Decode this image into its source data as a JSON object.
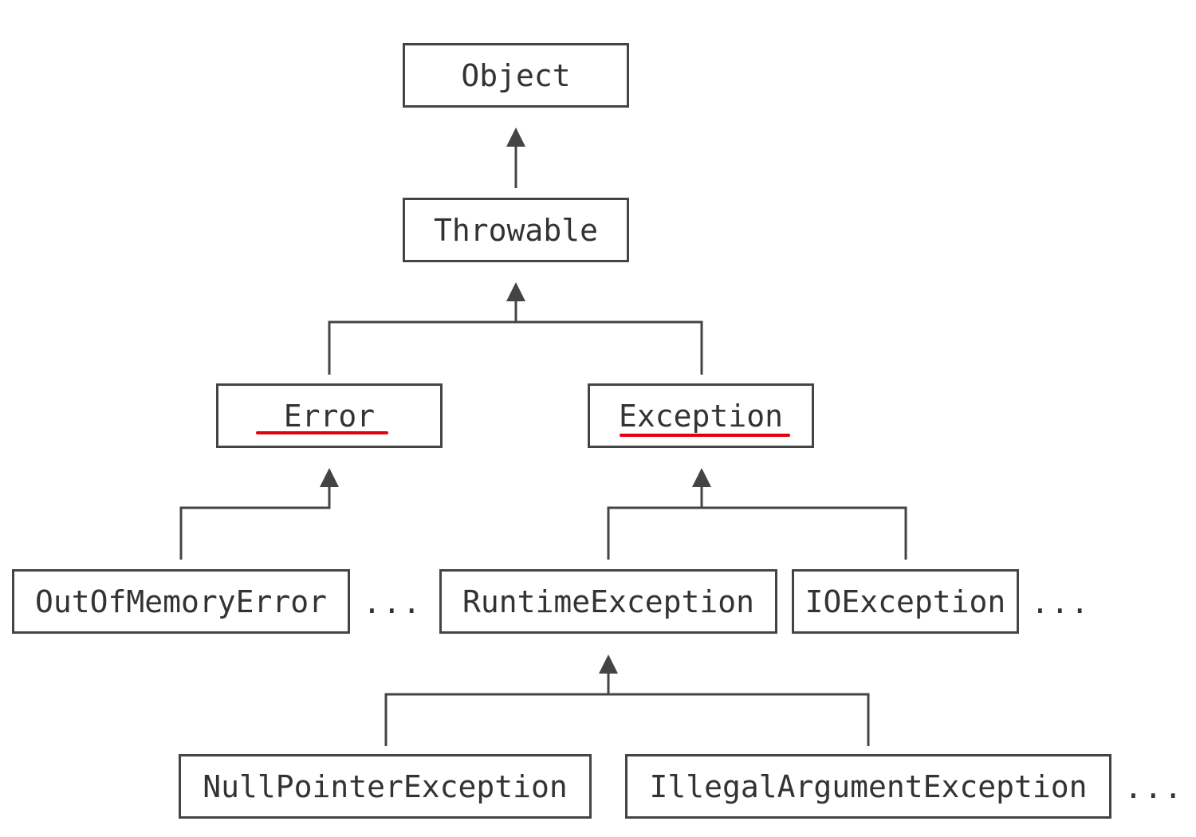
{
  "colors": {
    "stroke": "#444444",
    "text": "#333333",
    "highlight": "#e3000f",
    "background": "#ffffff"
  },
  "nodes": {
    "object": "Object",
    "throwable": "Throwable",
    "error": "Error",
    "exception": "Exception",
    "out_of_memory_error": "OutOfMemoryError",
    "runtime_exception": "RuntimeException",
    "io_exception": "IOException",
    "null_pointer_exception": "NullPointerException",
    "illegal_argument_exception": "IllegalArgumentException"
  },
  "ellipsis": "...",
  "highlighted": [
    "Error",
    "Exception"
  ]
}
